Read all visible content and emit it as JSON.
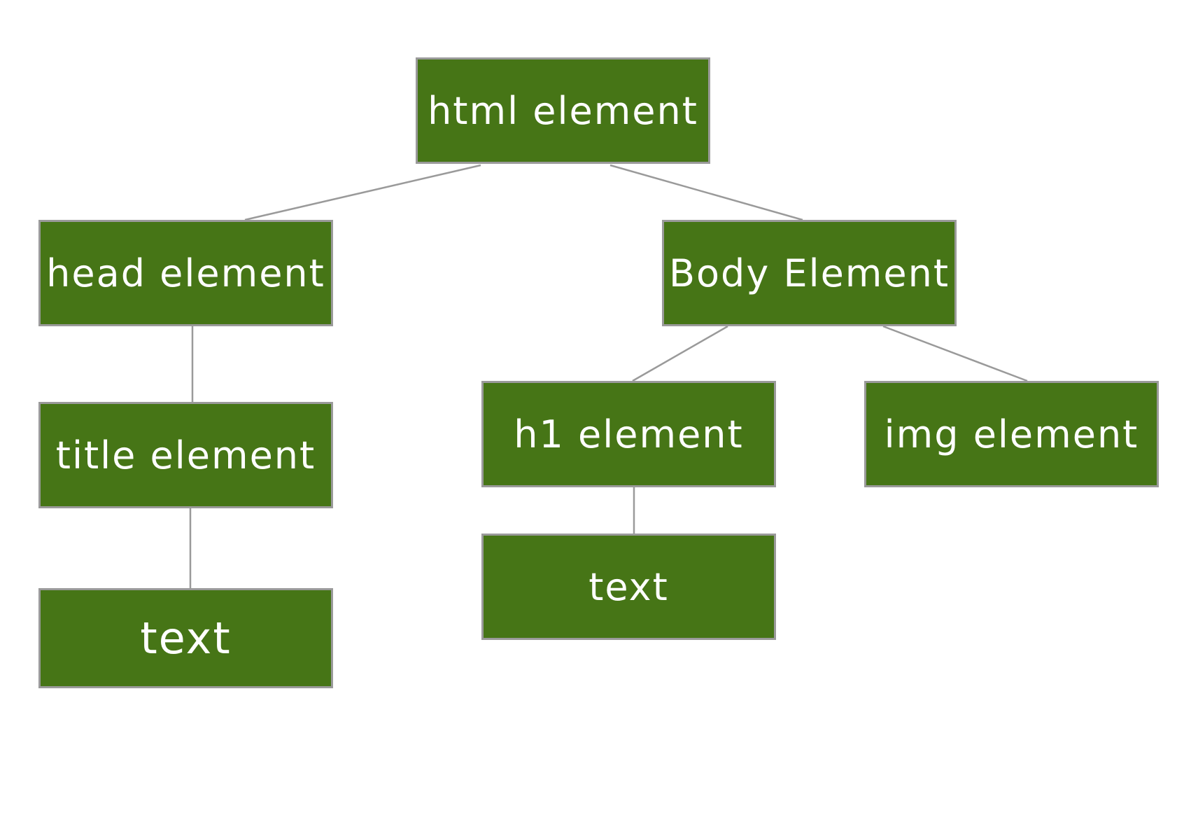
{
  "diagram": {
    "nodes": {
      "html": "html element",
      "head": "head element",
      "body": "Body Element",
      "title": "title element",
      "h1": "h1 element",
      "img": "img element",
      "text_title": "text",
      "text_h1": "text"
    },
    "colors": {
      "node_fill": "#467516",
      "node_border": "#9a9a9a",
      "node_text": "#ffffff",
      "connector": "#9a9a9a",
      "background": "#ffffff"
    }
  }
}
